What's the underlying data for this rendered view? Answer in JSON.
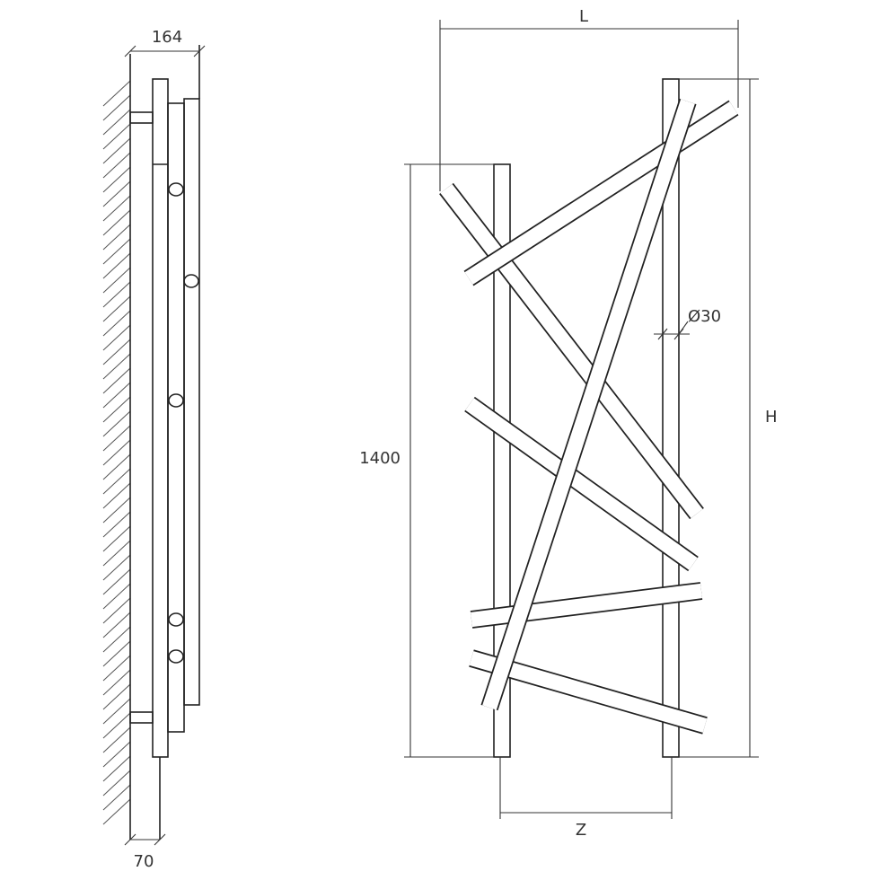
{
  "side_view": {
    "width_label": "164",
    "depth_label": "70"
  },
  "front_view": {
    "length_label": "L",
    "height_label": "H",
    "pipe_height_label": "1400",
    "diameter_label": "Ø30",
    "spacing_label": "Z"
  },
  "colors": {
    "line": "#222222",
    "background": "#ffffff"
  }
}
